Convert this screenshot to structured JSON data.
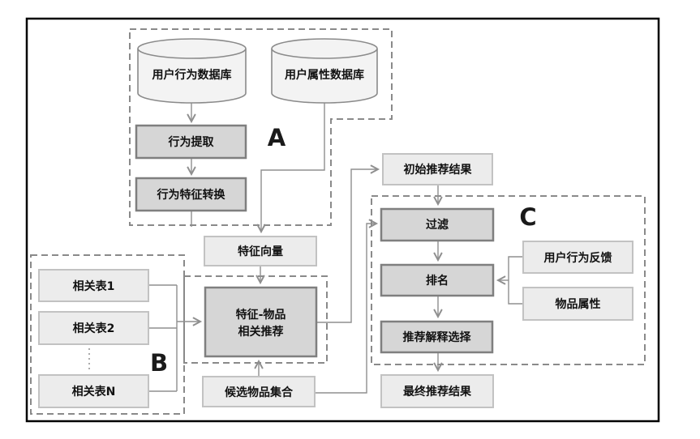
{
  "groups": {
    "a": {
      "label": "A"
    },
    "b": {
      "label": "B"
    },
    "c": {
      "label": "C"
    }
  },
  "nodes": {
    "user_behavior_db": {
      "label": "用户行为数据库",
      "shape": "cylinder"
    },
    "user_attr_db": {
      "label": "用户属性数据库",
      "shape": "cylinder"
    },
    "behavior_extraction": {
      "label": "行为提取"
    },
    "behavior_feature_conv": {
      "label": "行为特征转换"
    },
    "feature_vector": {
      "label": "特征向量"
    },
    "related_table_1": {
      "label": "相关表1"
    },
    "related_table_2": {
      "label": "相关表2"
    },
    "related_table_n": {
      "label": "相关表N"
    },
    "feature_item_recommend": {
      "label_line1": "特征-物品",
      "label_line2": "相关推荐"
    },
    "candidate_item_set": {
      "label": "候选物品集合"
    },
    "initial_result": {
      "label": "初始推荐结果"
    },
    "filter": {
      "label": "过滤"
    },
    "ranking": {
      "label": "排名"
    },
    "user_feedback": {
      "label": "用户行为反馈"
    },
    "item_attributes": {
      "label": "物品属性"
    },
    "explanation_selection": {
      "label": "推荐解释选择"
    },
    "final_result": {
      "label": "最终推荐结果"
    }
  },
  "colors": {
    "process_node_fill": "#d6d6d6",
    "process_node_border": "#7f7f7f",
    "data_node_fill": "#ececec",
    "data_node_border": "#c2c2c2",
    "connector": "#8f8f8f",
    "group_dash": "#8a8a8a",
    "frame": "#000000",
    "text": "#111111"
  }
}
